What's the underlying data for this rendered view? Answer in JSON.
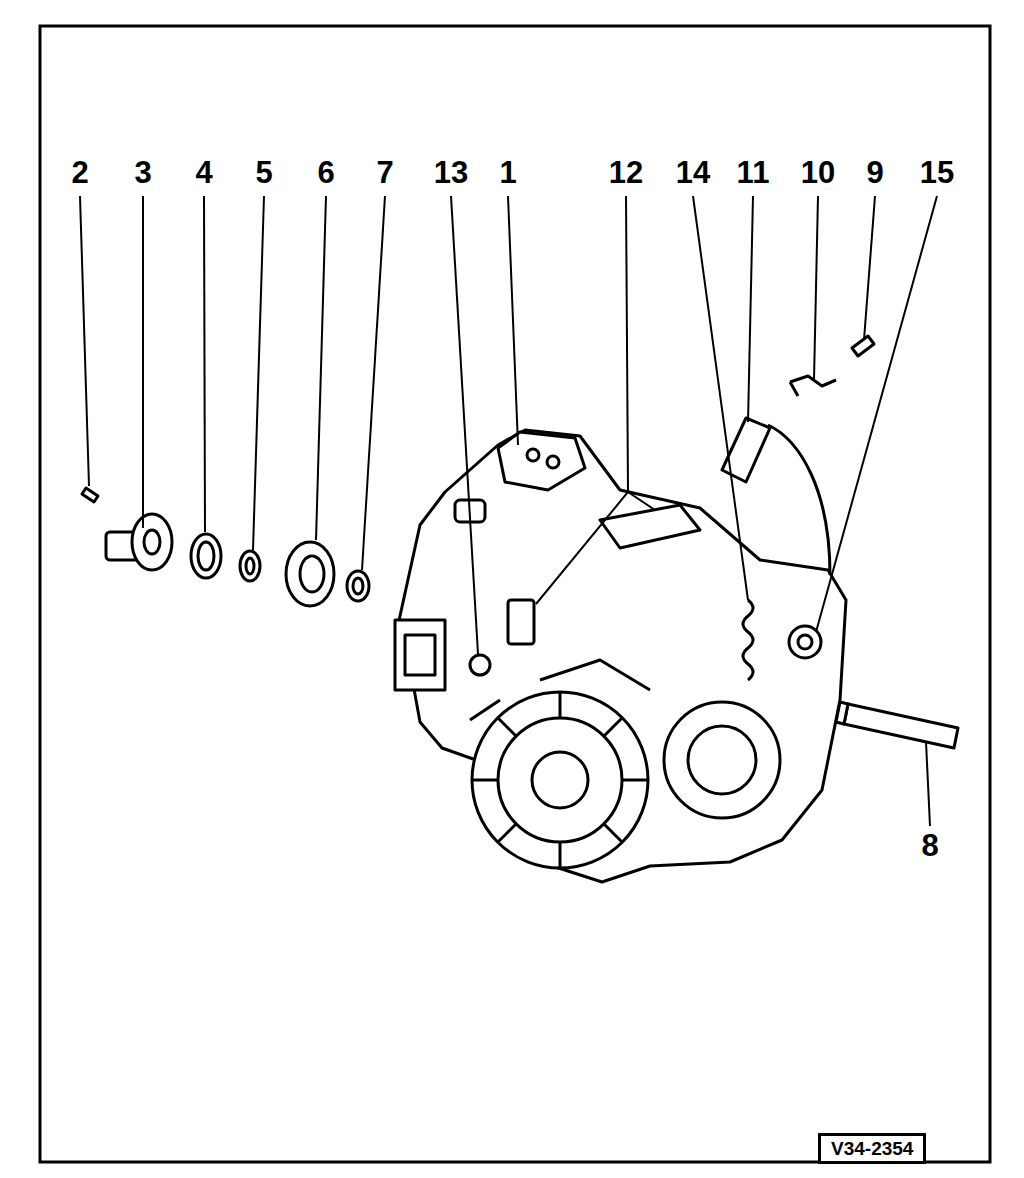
{
  "diagram": {
    "nodes": [
      {
        "text": [
          "V34-2354"
        ]
      }
    ],
    "labels": [
      "2",
      "3",
      "4",
      "5",
      "6",
      "7",
      "13",
      "1",
      "12",
      "14",
      "11",
      "10",
      "9",
      "15",
      "8"
    ]
  }
}
